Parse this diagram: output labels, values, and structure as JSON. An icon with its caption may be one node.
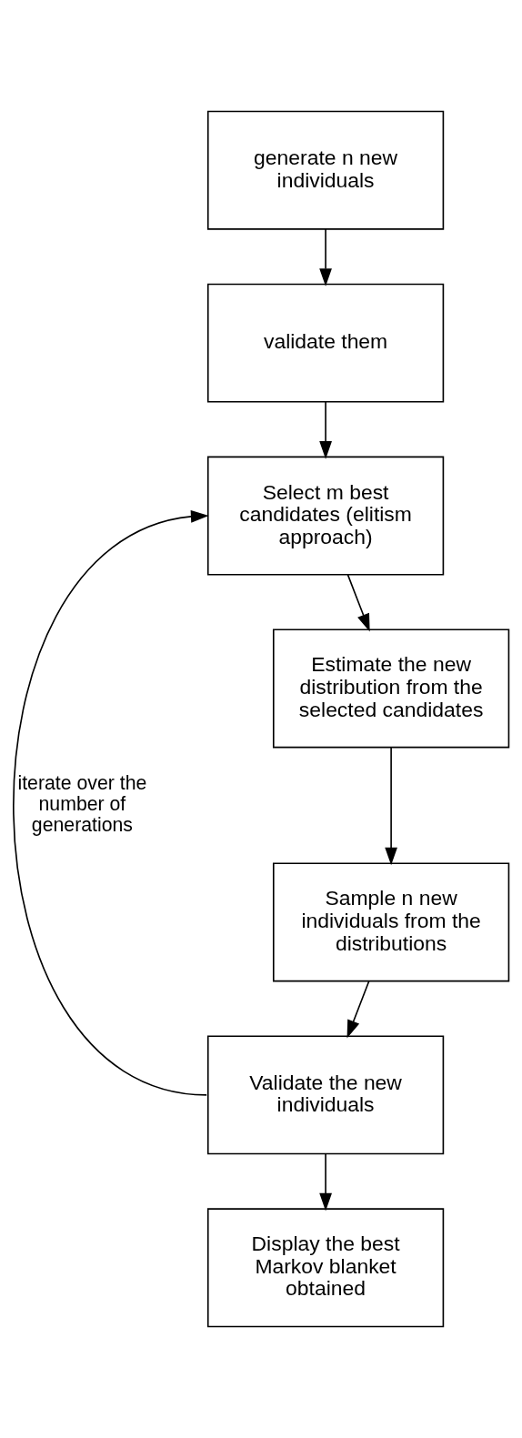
{
  "diagram": {
    "nodes": [
      {
        "text": [
          "generate n new individuals"
        ]
      },
      {
        "text": [
          "validate them"
        ]
      },
      {
        "text": [
          "Select m best candidates (elitism approach)"
        ]
      },
      {
        "text": [
          "Estimate the new distribution from the selected candidates"
        ]
      },
      {
        "text": [
          "Sample n new individuals from the distributions"
        ]
      },
      {
        "text": [
          "Validate the new individuals"
        ]
      },
      {
        "text": [
          "Display the best Markov blanket obtained"
        ]
      }
    ],
    "edges": [
      {
        "from": 0,
        "to": 1,
        "arrow": "to"
      },
      {
        "from": 1,
        "to": 2,
        "arrow": "to"
      },
      {
        "from": 2,
        "to": 3,
        "arrow": "to"
      },
      {
        "from": 3,
        "to": 4,
        "arrow": "to"
      },
      {
        "from": 4,
        "to": 5,
        "arrow": "to"
      },
      {
        "from": 5,
        "to": 2,
        "arrow": "to",
        "label": "iterate over the number of generations"
      },
      {
        "from": 5,
        "to": 6,
        "arrow": "to"
      }
    ]
  }
}
